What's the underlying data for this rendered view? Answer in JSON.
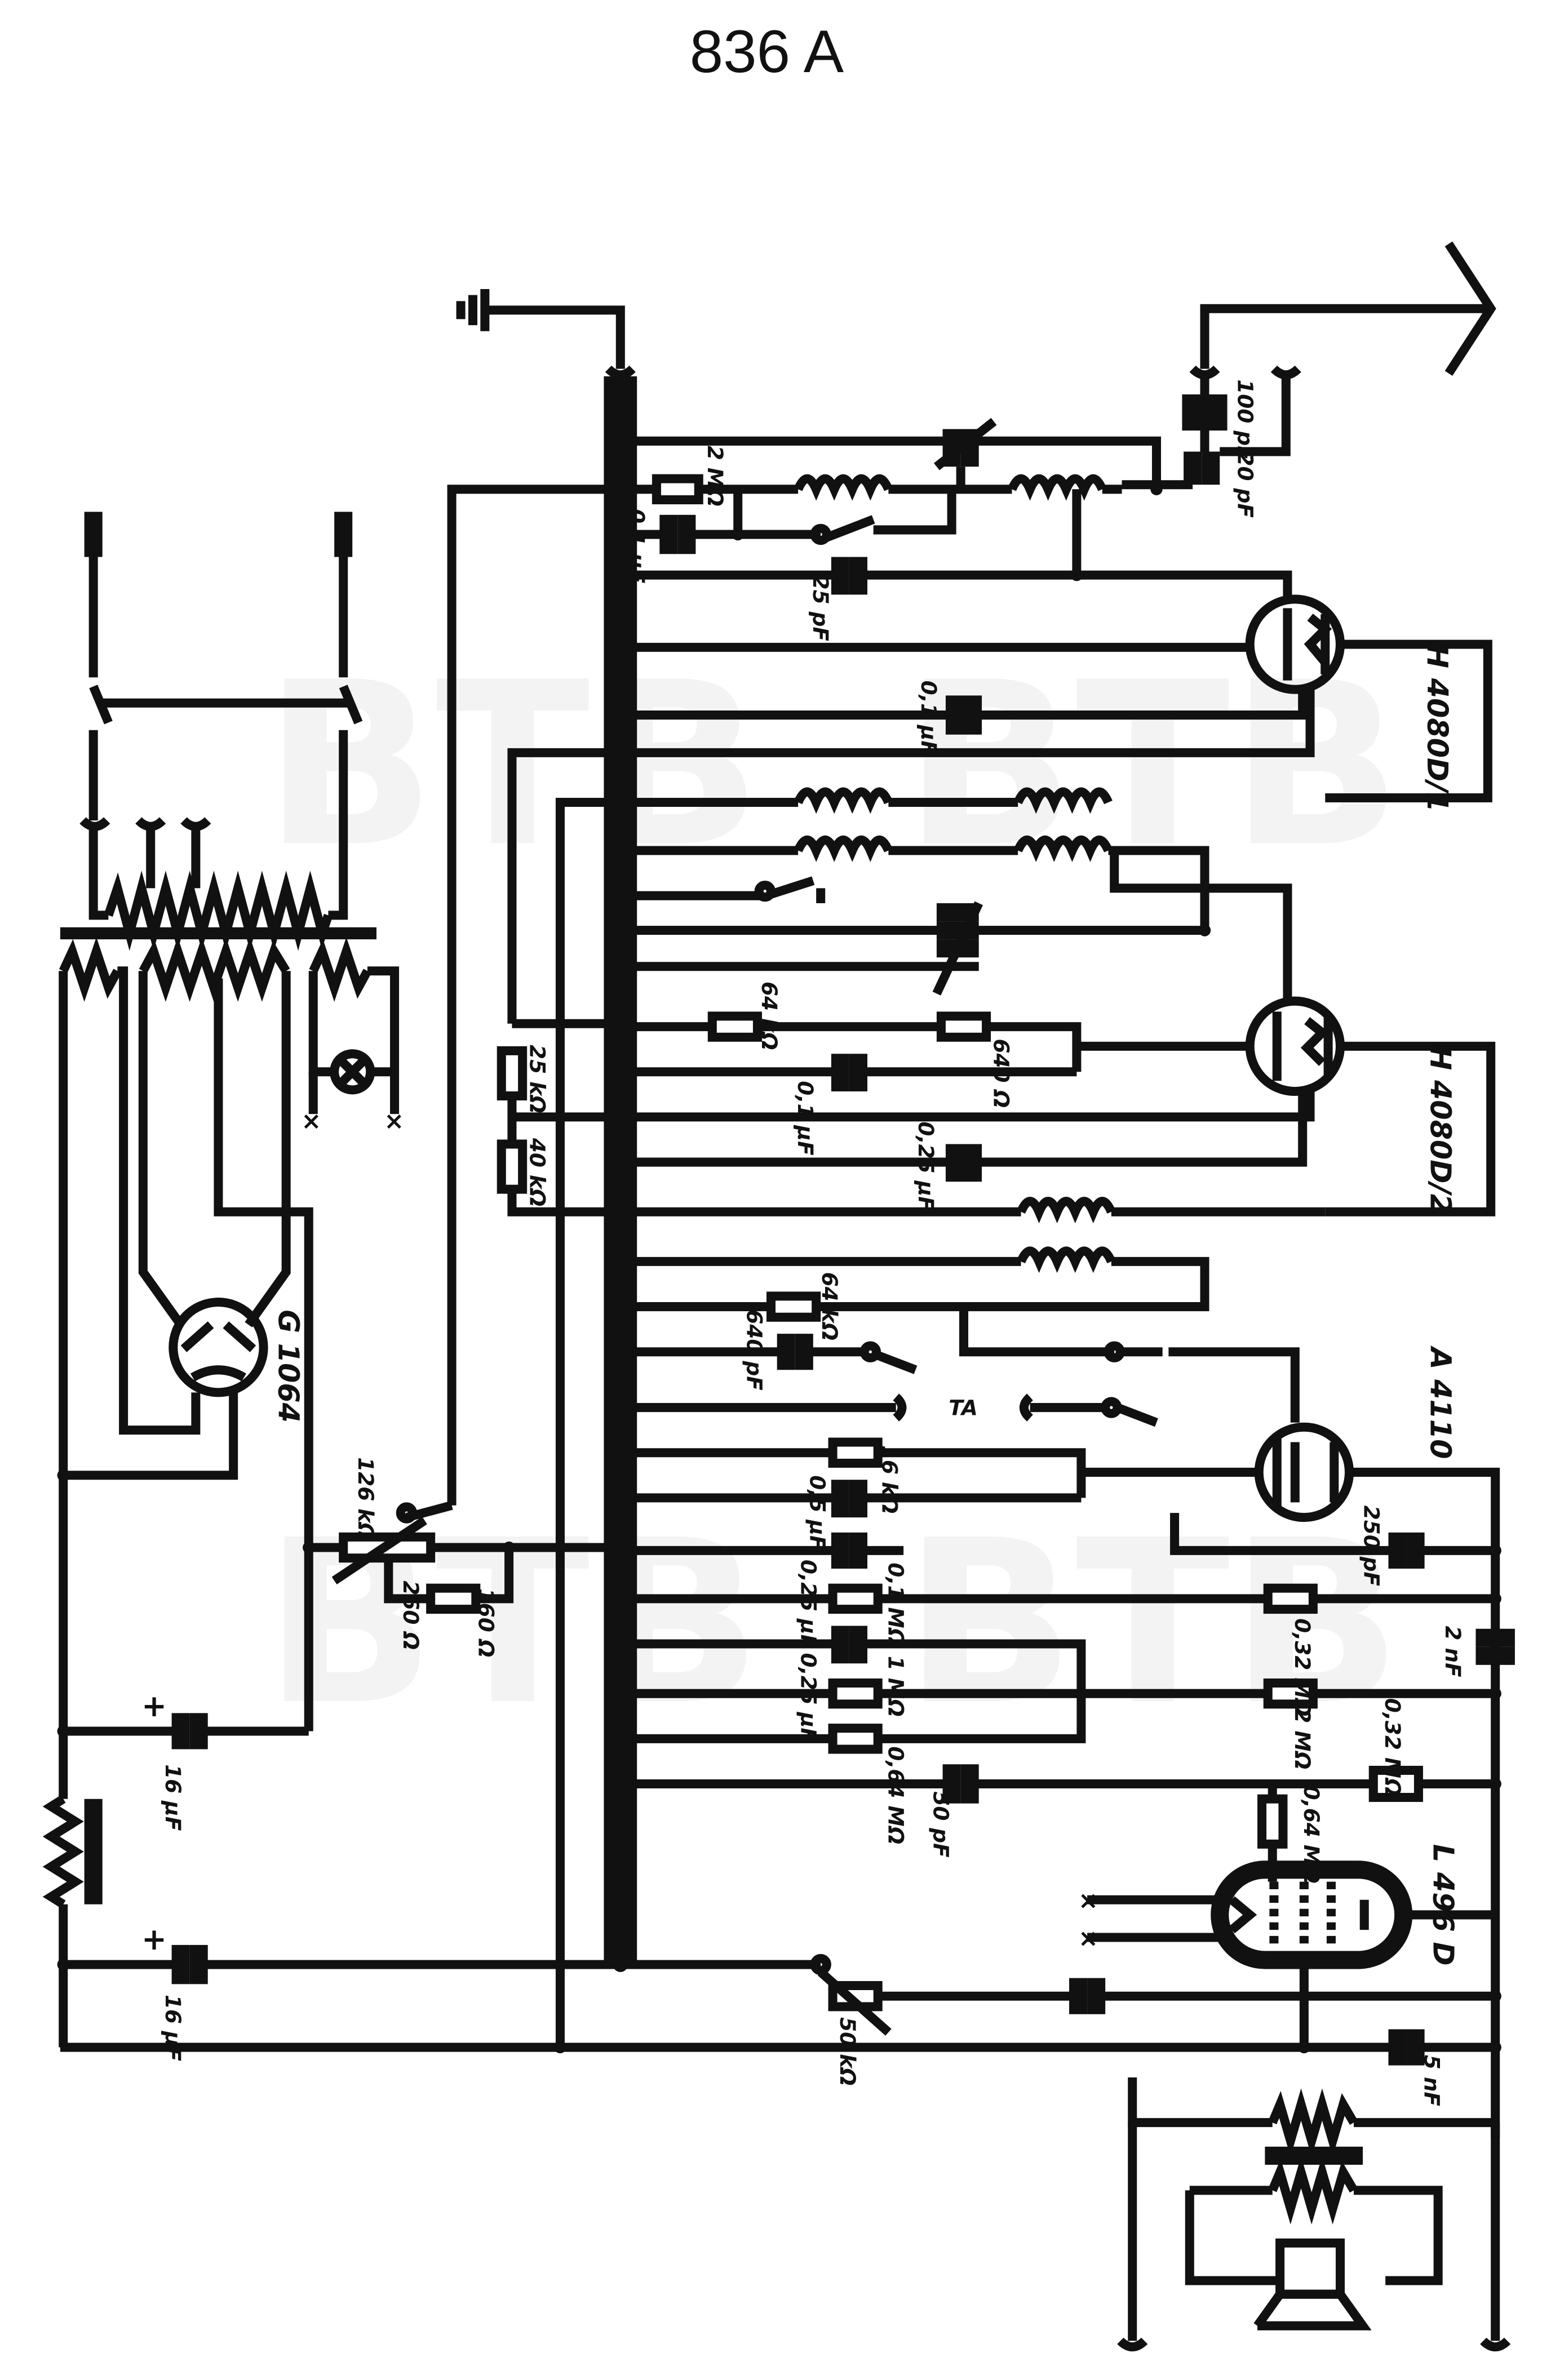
{
  "title": "836 A",
  "watermark": "BTB",
  "tubes": {
    "v1": "H 4080D/1",
    "v2": "H 4080D/2",
    "v3": "A 4110",
    "v4": "L 496 D",
    "rect": "G 1064"
  },
  "switch_label": "TA",
  "components": {
    "c_100pf": "100 pF",
    "c_20pf": "20 pF",
    "r_2mohm": "2 MΩ",
    "c_01uf_a": "0,1 µF",
    "c_25pf": "25 pF",
    "c_01uf_b": "0,1 µF",
    "r_64k_a": "64 kΩ",
    "r_640ohm": "640 Ω",
    "c_01uf_c": "0,1 µF",
    "r_25k": "25 kΩ",
    "r_40k": "40 kΩ",
    "c_025uf_a": "0,25 µF",
    "r_64k_b": "64 kΩ",
    "c_640pf": "640 pF",
    "r_16k": "16 kΩ",
    "c_05uf": "0,5 µF",
    "c_250pf": "250 pF",
    "c_025uf_b": "0,25 µF",
    "r_01mohm": "0,1 MΩ",
    "r_032mohm": "0,32 MΩ",
    "c_2nf": "2 nF",
    "c_025uf_c": "0,25 µF",
    "r_1mohm": "1 MΩ",
    "r_2mohm_b": "2 MΩ",
    "r_064mohm": "0,64 MΩ",
    "c_50pf": "50 pF",
    "r_032mohm_b": "0,32 MΩ",
    "r_064mohm_b": "0,64 MΩ",
    "pot_126k": "126 kΩ",
    "r_260ohm": "260 Ω",
    "r_160ohm": "160 Ω",
    "c_16uf_a": "16 µF",
    "c_16uf_b": "16 µF",
    "pot_50k": "50 kΩ",
    "c_5nf": "5 nF"
  }
}
